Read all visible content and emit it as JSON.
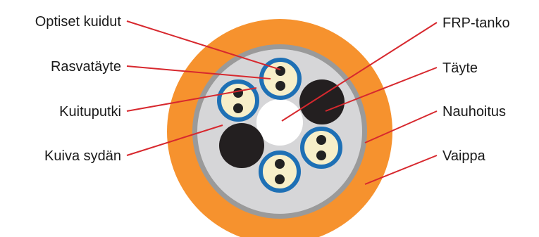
{
  "labels": {
    "left": [
      "Optiset kuidut",
      "Rasvatäyte",
      "Kuituputki",
      "Kuiva sydän"
    ],
    "right": [
      "FRP-tanko",
      "Täyte",
      "Nauhoitus",
      "Vaippa"
    ]
  },
  "colors": {
    "sheath": "#F6922E",
    "tape": "#9A9A9A",
    "core": "#D6D6D8",
    "tube_ring": "#1E70B5",
    "tube_fill": "#F7EFC9",
    "fiber": "#222222",
    "filler": "#231F20",
    "rod": "#FFFFFF",
    "leader_line": "#D7282E"
  },
  "icons": {
    "fiber": "fiber-icon"
  }
}
